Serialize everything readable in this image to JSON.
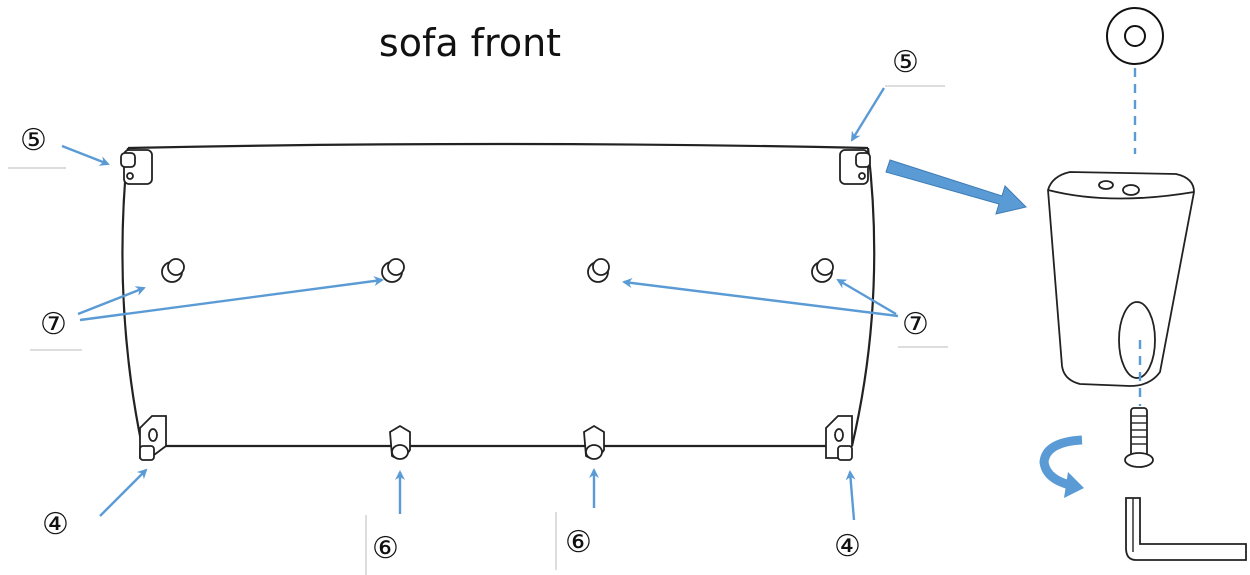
{
  "title": "sofa front",
  "callouts": {
    "c5_left": "⑤",
    "c5_right": "⑤",
    "c7_left": "⑦",
    "c7_right": "⑦",
    "c4_left": "④",
    "c4_right": "④",
    "c6_left": "⑥",
    "c6_right": "⑥"
  },
  "colors": {
    "arrow": "#5b9bd5",
    "line": "#222222"
  }
}
